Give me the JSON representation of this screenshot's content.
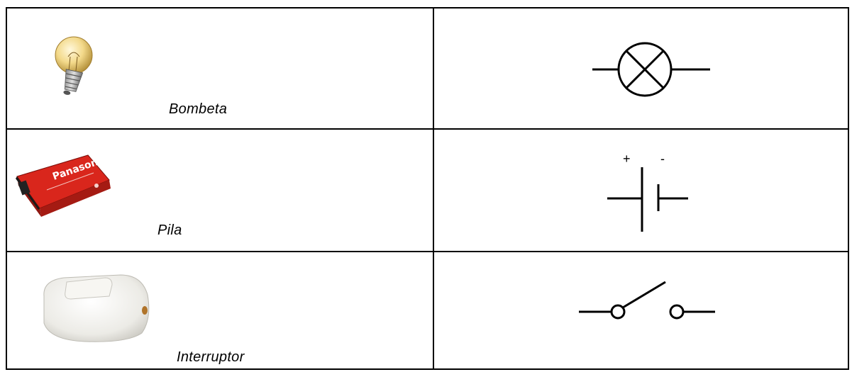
{
  "table": {
    "rows": [
      {
        "component_label": "Bombeta",
        "photo_icon": "light-bulb-photo",
        "symbol_icon": "lamp-symbol"
      },
      {
        "component_label": "Pila",
        "photo_icon": "battery-photo",
        "symbol_icon": "battery-cell-symbol",
        "symbol_plus": "+",
        "symbol_minus": "-",
        "brand_text": "Panasonic"
      },
      {
        "component_label": "Interruptor",
        "photo_icon": "switch-photo",
        "symbol_icon": "switch-open-symbol"
      }
    ]
  },
  "colors": {
    "border": "#000000",
    "battery_red": "#d9261c",
    "bulb_glass": "#f3d98a",
    "switch_body": "#ecebe6"
  }
}
